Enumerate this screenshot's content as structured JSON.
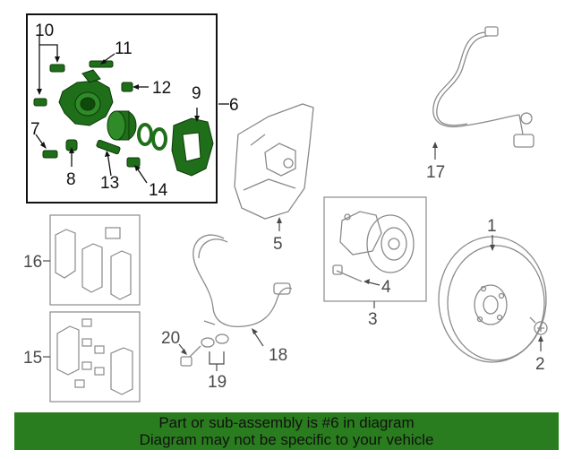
{
  "colors": {
    "highlight": "#1f6e1a",
    "part_line": "#8a8a8a",
    "label_dark": "#111111",
    "label_gray": "#4a4a4a",
    "banner_bg": "#2a7d1e"
  },
  "callouts": {
    "c1": "1",
    "c2": "2",
    "c3": "3",
    "c4": "4",
    "c5": "5",
    "c6": "6",
    "c7": "7",
    "c8": "8",
    "c9": "9",
    "c10": "10",
    "c11": "11",
    "c12": "12",
    "c13": "13",
    "c14": "14",
    "c15": "15",
    "c16": "16",
    "c17": "17",
    "c18": "18",
    "c19": "19",
    "c20": "20"
  },
  "banner": {
    "line1": "Part or sub-assembly is #6 in diagram",
    "line2": "Diagram may not be specific to your vehicle"
  }
}
